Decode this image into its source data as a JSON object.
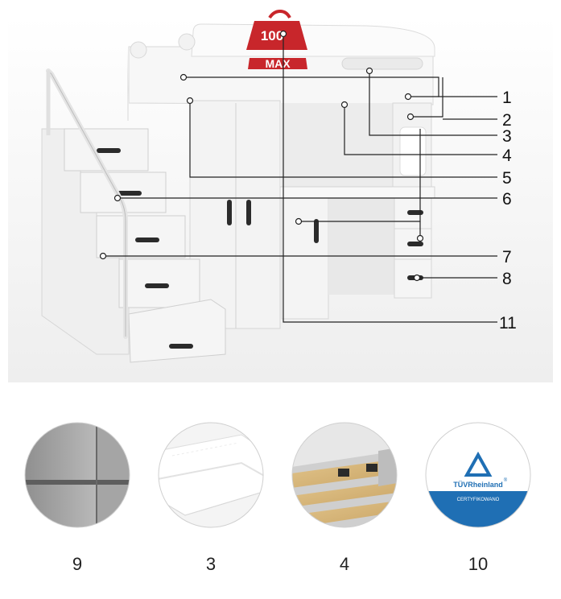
{
  "badge": {
    "weight_text": "100",
    "max_text": "MAX"
  },
  "callouts": [
    {
      "id": "1",
      "label": "1"
    },
    {
      "id": "2",
      "label": "2"
    },
    {
      "id": "3",
      "label": "3"
    },
    {
      "id": "4",
      "label": "4"
    },
    {
      "id": "5",
      "label": "5"
    },
    {
      "id": "6",
      "label": "6"
    },
    {
      "id": "7",
      "label": "7"
    },
    {
      "id": "8",
      "label": "8"
    },
    {
      "id": "11",
      "label": "11"
    }
  ],
  "details": [
    {
      "label": "9",
      "subject": "panel-edge"
    },
    {
      "label": "3",
      "subject": "mattress"
    },
    {
      "label": "4",
      "subject": "slatted-base"
    },
    {
      "label": "10",
      "subject": "certificate"
    }
  ],
  "certificate": {
    "brand": "TÜVRheinland",
    "registered": "®",
    "caption": "CERTYFIKOWANO"
  },
  "colors": {
    "badge_red": "#c8262b",
    "furniture_white": "#f6f6f6",
    "handle_dark": "#2b2b2b",
    "tuv_blue": "#1f6fb4"
  }
}
